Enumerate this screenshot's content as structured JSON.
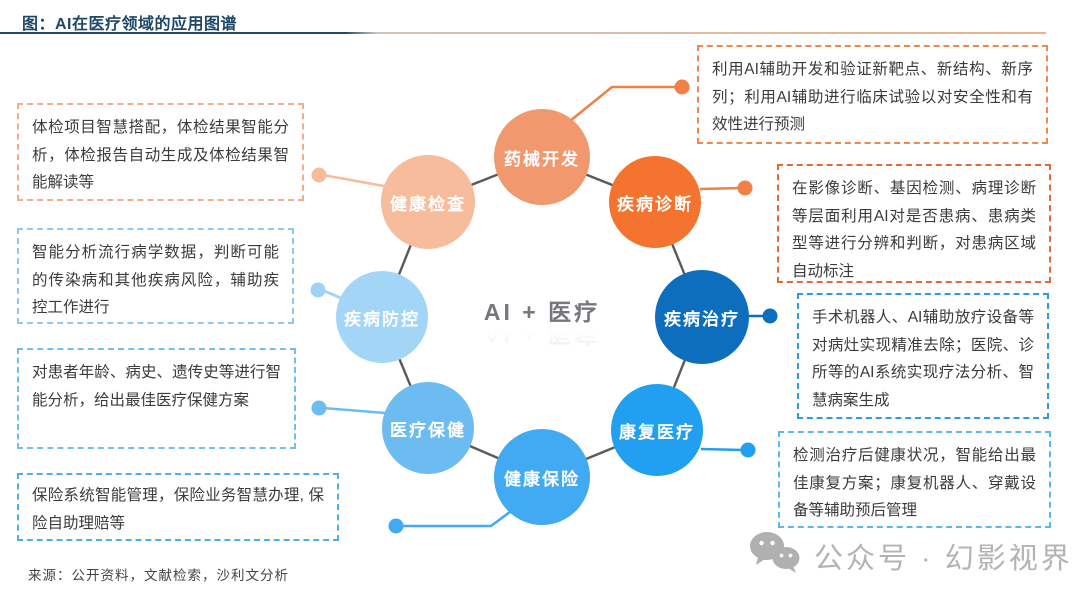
{
  "title": "图：AI在医疗领域的应用图谱",
  "center_label": "AI + 医疗",
  "palette": {
    "title_navy": "#1f4868",
    "rule_orange": "#e8b38d",
    "ring_line_gray": "#5a5a5a",
    "watermark_gray": "#b3b3b3"
  },
  "nodes": [
    {
      "label": "药械开发",
      "color": "#F2986E"
    },
    {
      "label": "疾病诊断",
      "color": "#F4742F"
    },
    {
      "label": "疾病治疗",
      "color": "#0D6EBE"
    },
    {
      "label": "康复医疗",
      "color": "#219FF0"
    },
    {
      "label": "健康保险",
      "color": "#41AAF2"
    },
    {
      "label": "医疗保健",
      "color": "#6CBCF2"
    },
    {
      "label": "疾病防控",
      "color": "#A3D5F7"
    },
    {
      "label": "健康检查",
      "color": "#F6BC9C"
    }
  ],
  "connectors": [
    {
      "for": "药械开发",
      "color": "#F08048"
    },
    {
      "for": "疾病诊断",
      "color": "#F08048"
    },
    {
      "for": "疾病治疗",
      "color": "#0D6EBE"
    },
    {
      "for": "康复医疗",
      "color": "#219FF0"
    },
    {
      "for": "健康保险",
      "color": "#41AAF2"
    },
    {
      "for": "医疗保健",
      "color": "#6CBCF2"
    },
    {
      "for": "疾病防控",
      "color": "#9FD2F5"
    },
    {
      "for": "健康检查",
      "color": "#F6BC9C"
    }
  ],
  "left_boxes": [
    {
      "text": "体检项目智慧搭配，体检结果智能分析，体检报告自动生成及体检结果智能解读等",
      "border_color": "#F3AD8A"
    },
    {
      "text": "智能分析流行病学数据，判断可能的传染病和其他疾病风险，辅助疾控工作进行",
      "border_color": "#90C9EC"
    },
    {
      "text": "对患者年龄、病史、遗传史等进行智能分析，给出最佳医疗保健方案",
      "border_color": "#74BEEE"
    },
    {
      "text": "保险系统智能管理，保险业务智慧办理, 保险自助理赔等",
      "border_color": "#4FAEE6"
    }
  ],
  "right_boxes": [
    {
      "text": "利用AI辅助开发和验证新靶点、新结构、新序列；利用AI辅助进行临床试验以对安全性和有效性进行预测",
      "border_color": "#F0874D"
    },
    {
      "text": "在影像诊断、基因检测、病理诊断等层面利用AI对是否患病、患病类型等进行分辨和判断，对患病区域自动标注",
      "border_color": "#E06A35"
    },
    {
      "text": "手术机器人、AI辅助放疗设备等对病灶实现精准去除；医院、诊所等的AI系统实现疗法分析、智慧病案生成",
      "border_color": "#2F9BDE"
    },
    {
      "text": "检测治疗后健康状况，智能给出最佳康复方案；康复机器人、穿戴设备等辅助预后管理",
      "border_color": "#5BB8E8"
    }
  ],
  "source": "来源：公开资料，文献检索，沙利文分析",
  "watermark": {
    "icon": "wechat-icon",
    "text": "公众号 · 幻影视界"
  }
}
